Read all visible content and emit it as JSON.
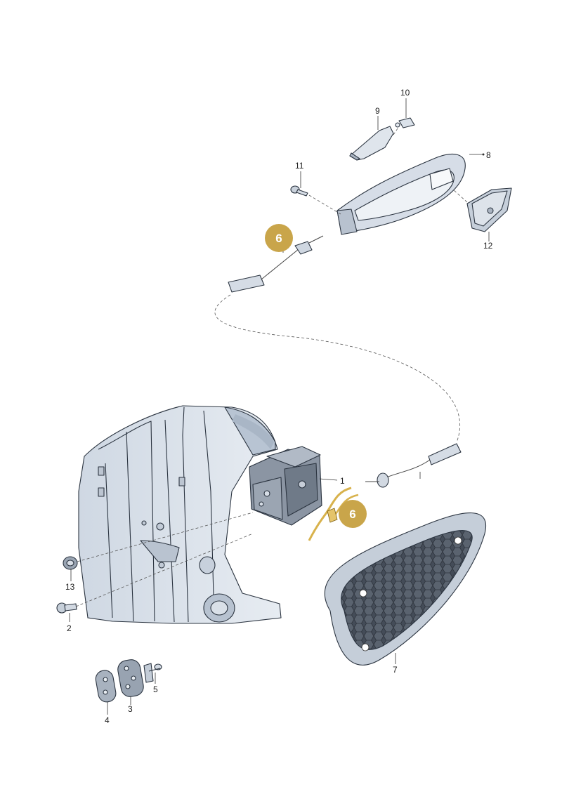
{
  "labels": {
    "p1": "1",
    "p2": "2",
    "p3": "3",
    "p4": "4",
    "p5": "5",
    "p6_top": "6",
    "p6_bottom": "6",
    "p7": "7",
    "p8": "8",
    "p9": "9",
    "p10": "10",
    "p11": "11",
    "p12": "12",
    "p13": "13"
  },
  "colors": {
    "highlight_badge": "#C9A54A",
    "highlight_cable": "#D8B24C",
    "part_fill": "#E4E8EF",
    "part_shade": "#B9C2CE",
    "body_panel": "#DDE4ED",
    "body_shadow": "#B5C1D0",
    "outline": "#2B3440",
    "mesh_dark": "#3E4652"
  }
}
